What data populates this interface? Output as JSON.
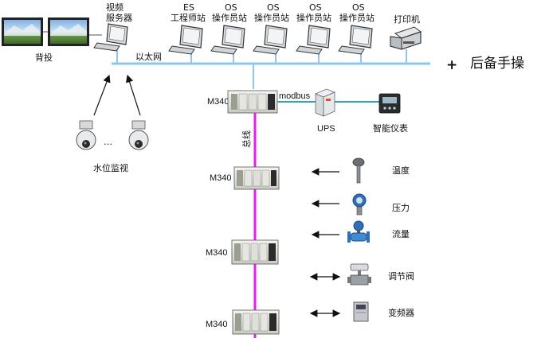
{
  "network": {
    "ethernet_label": "以太网",
    "backup": {
      "plus": "+",
      "label": "后备手操"
    },
    "wall_label": "背投",
    "video_server": [
      "视频",
      "服务器"
    ],
    "stations": [
      {
        "line1": "ES",
        "line2": "工程师站"
      },
      {
        "line1": "OS",
        "line2": "操作员站"
      },
      {
        "line1": "OS",
        "line2": "操作员站"
      },
      {
        "line1": "OS",
        "line2": "操作员站"
      },
      {
        "line1": "OS",
        "line2": "操作员站"
      }
    ],
    "printer_label": "打印机"
  },
  "cameras": {
    "ellipsis": "…",
    "label": "水位监视"
  },
  "plc": {
    "main_label": "M340",
    "modbus_label": "modbus",
    "ups_label": "UPS",
    "meter_label": "智能仪表",
    "bus_label": "总线",
    "racks": [
      {
        "label": "M340"
      },
      {
        "label": "M340"
      },
      {
        "label": "M340"
      }
    ]
  },
  "field_devices": [
    {
      "label": "温度",
      "icon": "temperature-sensor-icon",
      "direction": "in"
    },
    {
      "label": "压力",
      "icon": "pressure-transmitter-icon",
      "direction": "in"
    },
    {
      "label": "流量",
      "icon": "flow-meter-icon",
      "direction": "in"
    },
    {
      "label": "调节阀",
      "icon": "control-valve-icon",
      "direction": "both"
    },
    {
      "label": "变频器",
      "icon": "vfd-icon",
      "direction": "both"
    }
  ],
  "colors": {
    "ethernet": "#8ec4ee",
    "bus": "#e81ee8",
    "modbus": "#2aa9b5"
  }
}
